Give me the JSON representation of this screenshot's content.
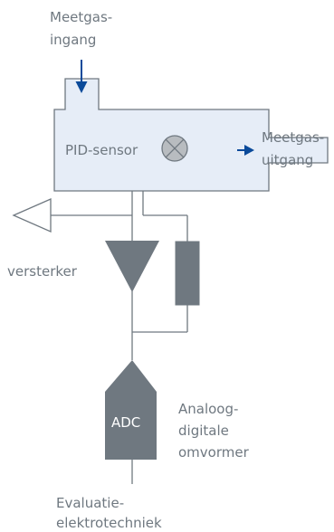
{
  "labels": {
    "gas_inlet": [
      "Meetgas-",
      "ingang"
    ],
    "sensor": "PID-sensor",
    "gas_outlet": [
      "Meetgas-",
      "uitgang"
    ],
    "amplifier": "versterker",
    "adc": "ADC",
    "adc_desc": [
      "Analoog-",
      "digitale",
      "omvormer"
    ],
    "evaluation": [
      "Evaluatie-",
      "elektrotechniek"
    ]
  },
  "colors": {
    "line": "#6f7880",
    "housing_fill": "#e6edf7",
    "component_fill": "#6f7880",
    "arrow": "#0a4a9a",
    "lamp_fill": "#b8bcc0",
    "text": "#6f7880"
  },
  "icons": {
    "lamp": "crossed-circle-icon",
    "flow_arrow": "arrow-icon"
  }
}
